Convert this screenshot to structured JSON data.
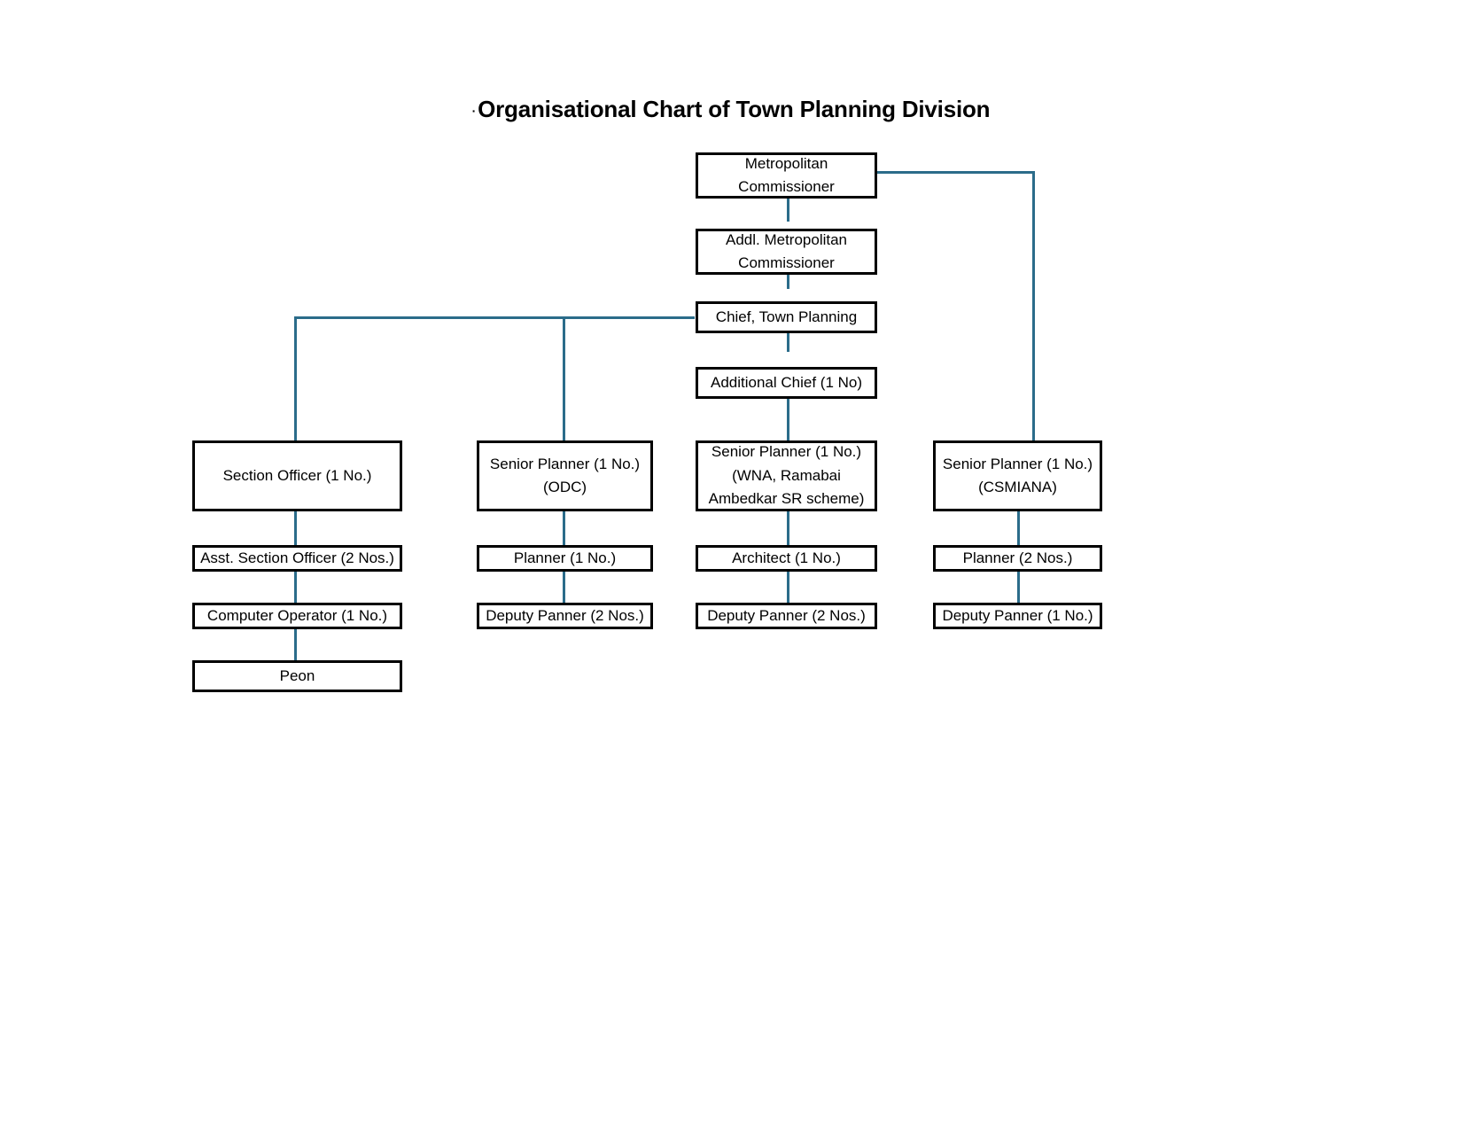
{
  "title": {
    "bullet": "·",
    "text": "Organisational Chart of Town Planning Division"
  },
  "colors": {
    "connector": "#2b6c8a",
    "box_border": "#000000",
    "box_fill": "#ffffff",
    "text": "#000000"
  },
  "chart_data": {
    "type": "diagram",
    "diagram_type": "organisational-chart",
    "title": "Organisational Chart of Town Planning Division",
    "nodes": [
      {
        "id": "metropolitan-commissioner",
        "label": "Metropolitan\nCommissioner",
        "level": 0
      },
      {
        "id": "addl-metropolitan-commissioner",
        "label": "Addl. Metropolitan\nCommissioner",
        "level": 1
      },
      {
        "id": "chief-town-planning",
        "label": "Chief, Town Planning",
        "level": 2
      },
      {
        "id": "additional-chief",
        "label": "Additional Chief (1 No)",
        "level": 3
      },
      {
        "id": "section-officer",
        "label": "Section Officer (1 No.)",
        "level": 4
      },
      {
        "id": "senior-planner-odc",
        "label": "Senior Planner (1 No.)\n(ODC)",
        "level": 4
      },
      {
        "id": "senior-planner-wna",
        "label": "Senior Planner (1 No.)\n(WNA, Ramabai\nAmbedkar SR scheme)",
        "level": 4
      },
      {
        "id": "senior-planner-csmiana",
        "label": "Senior Planner (1 No.)\n(CSMIANA)",
        "level": 4
      },
      {
        "id": "asst-section-officer",
        "label": "Asst. Section Officer (2 Nos.)",
        "level": 5
      },
      {
        "id": "planner-odc",
        "label": "Planner (1 No.)",
        "level": 5
      },
      {
        "id": "architect",
        "label": "Architect (1 No.)",
        "level": 5
      },
      {
        "id": "planner-csmiana",
        "label": "Planner (2 Nos.)",
        "level": 5
      },
      {
        "id": "computer-operator",
        "label": "Computer Operator (1 No.)",
        "level": 6
      },
      {
        "id": "deputy-panner-odc",
        "label": "Deputy Panner (2 Nos.)",
        "level": 6
      },
      {
        "id": "deputy-panner-wna",
        "label": "Deputy Panner (2 Nos.)",
        "level": 6
      },
      {
        "id": "deputy-panner-csmiana",
        "label": "Deputy Panner (1 No.)",
        "level": 6
      },
      {
        "id": "peon",
        "label": "Peon",
        "level": 7
      }
    ],
    "edges": [
      {
        "from": "metropolitan-commissioner",
        "to": "addl-metropolitan-commissioner"
      },
      {
        "from": "metropolitan-commissioner",
        "to": "senior-planner-csmiana"
      },
      {
        "from": "addl-metropolitan-commissioner",
        "to": "chief-town-planning"
      },
      {
        "from": "chief-town-planning",
        "to": "additional-chief"
      },
      {
        "from": "chief-town-planning",
        "to": "section-officer"
      },
      {
        "from": "chief-town-planning",
        "to": "senior-planner-odc"
      },
      {
        "from": "additional-chief",
        "to": "senior-planner-wna"
      },
      {
        "from": "section-officer",
        "to": "asst-section-officer"
      },
      {
        "from": "asst-section-officer",
        "to": "computer-operator"
      },
      {
        "from": "computer-operator",
        "to": "peon"
      },
      {
        "from": "senior-planner-odc",
        "to": "planner-odc"
      },
      {
        "from": "planner-odc",
        "to": "deputy-panner-odc"
      },
      {
        "from": "senior-planner-wna",
        "to": "architect"
      },
      {
        "from": "architect",
        "to": "deputy-panner-wna"
      },
      {
        "from": "senior-planner-csmiana",
        "to": "planner-csmiana"
      },
      {
        "from": "planner-csmiana",
        "to": "deputy-panner-csmiana"
      }
    ]
  },
  "nodes": {
    "metropolitan_commissioner": "Metropolitan\nCommissioner",
    "addl_metropolitan_commissioner": "Addl. Metropolitan\nCommissioner",
    "chief_town_planning": "Chief, Town Planning",
    "additional_chief": "Additional Chief (1 No)",
    "section_officer": "Section Officer (1 No.)",
    "senior_planner_odc": "Senior Planner (1 No.)\n(ODC)",
    "senior_planner_wna": "Senior Planner (1 No.)\n(WNA, Ramabai\nAmbedkar SR scheme)",
    "senior_planner_csmiana": "Senior Planner (1 No.)\n(CSMIANA)",
    "asst_section_officer": "Asst. Section Officer (2 Nos.)",
    "planner_odc": "Planner (1 No.)",
    "architect": "Architect (1 No.)",
    "planner_csmiana": "Planner (2 Nos.)",
    "computer_operator": "Computer Operator (1 No.)",
    "deputy_panner_odc": "Deputy Panner (2 Nos.)",
    "deputy_panner_wna": "Deputy Panner (2 Nos.)",
    "deputy_panner_csmiana": "Deputy Panner (1 No.)",
    "peon": "Peon"
  }
}
